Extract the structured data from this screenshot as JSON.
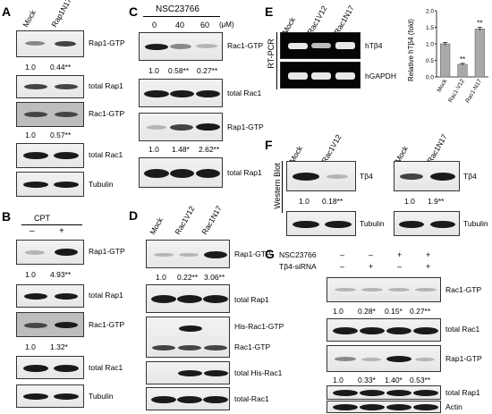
{
  "panels": {
    "A": {
      "label": "A",
      "cols": [
        "Mock",
        "Rap1N17"
      ],
      "rows": [
        "Rap1-GTP",
        "total Rap1",
        "Rac1-GTP",
        "total Rac1",
        "Tubulin"
      ],
      "q1": [
        "1.0",
        "0.44**"
      ],
      "q2": [
        "1.0",
        "0.57**"
      ]
    },
    "B": {
      "label": "B",
      "treatment": "CPT",
      "signs": [
        "–",
        "+"
      ],
      "rows": [
        "Rap1-GTP",
        "total Rap1",
        "Rac1-GTP",
        "total Rac1",
        "Tubulin"
      ],
      "q1": [
        "1.0",
        "4.93**"
      ],
      "q2": [
        "1.0",
        "1.32*"
      ]
    },
    "C": {
      "label": "C",
      "drug": "NSC23766",
      "doses": [
        "0",
        "40",
        "60"
      ],
      "unit": "(μM)",
      "rows": [
        "Rac1-GTP",
        "total Rac1",
        "Rap1-GTP",
        "total Rap1"
      ],
      "q1": [
        "1.0",
        "0.58**",
        "0.27**"
      ],
      "q2": [
        "1.0",
        "1.48*",
        "2.62**"
      ]
    },
    "D": {
      "label": "D",
      "cols": [
        "Mock",
        "Rac1V12",
        "Rac1N17"
      ],
      "rows": [
        "Rap1-GTP",
        "total Rap1",
        "His-Rac1-GTP",
        "Rac1-GTP",
        "total His-Rac1",
        "total-Rac1"
      ],
      "q1": [
        "1.0",
        "0.22**",
        "3.06**"
      ]
    },
    "E": {
      "label": "E",
      "cols": [
        "Mock",
        "Rac1V12",
        "Rac1N17"
      ],
      "side": "RT-PCR",
      "rows": [
        "hTβ4",
        "hGAPDH"
      ],
      "chart_title": "Relative hTβ4 (fold)",
      "yticks": [
        "0.0",
        "0.5",
        "1.0",
        "1.5",
        "2.0"
      ],
      "stars": [
        "**",
        "**"
      ]
    },
    "F": {
      "label": "F",
      "side": "Western Blot",
      "left_cols": [
        "Mock",
        "Rac1V12"
      ],
      "right_cols": [
        "Mock",
        "Rac1N17"
      ],
      "rows": [
        "Tβ4",
        "Tubulin"
      ],
      "left_q": [
        "1.0",
        "0.18**"
      ],
      "right_q": [
        "1.0",
        "1.9**"
      ]
    },
    "G": {
      "label": "G",
      "treat1": "NSC23766",
      "treat2": "Tβ4-siRNA",
      "signs1": [
        "–",
        "–",
        "+",
        "+"
      ],
      "signs2": [
        "–",
        "+",
        "–",
        "+"
      ],
      "rows": [
        "Rac1-GTP",
        "total Rac1",
        "Rap1-GTP",
        "total Rap1",
        "Actin"
      ],
      "q1": [
        "1.0",
        "0.28*",
        "0.15*",
        "0.27**"
      ],
      "q2": [
        "1.0",
        "0.33*",
        "1.40*",
        "0.53**"
      ]
    }
  },
  "chart_data": {
    "type": "bar",
    "title": "",
    "ylabel": "Relative hTβ4 (fold)",
    "categories": [
      "Mock",
      "Rac1-V12",
      "Rac1-N17"
    ],
    "values": [
      1.0,
      0.38,
      1.45
    ],
    "errors": [
      0.04,
      0.03,
      0.05
    ],
    "ylim": [
      0,
      2.0
    ],
    "annotations": [
      "",
      "**",
      "**"
    ],
    "bar_color": "#a9a9a9"
  }
}
